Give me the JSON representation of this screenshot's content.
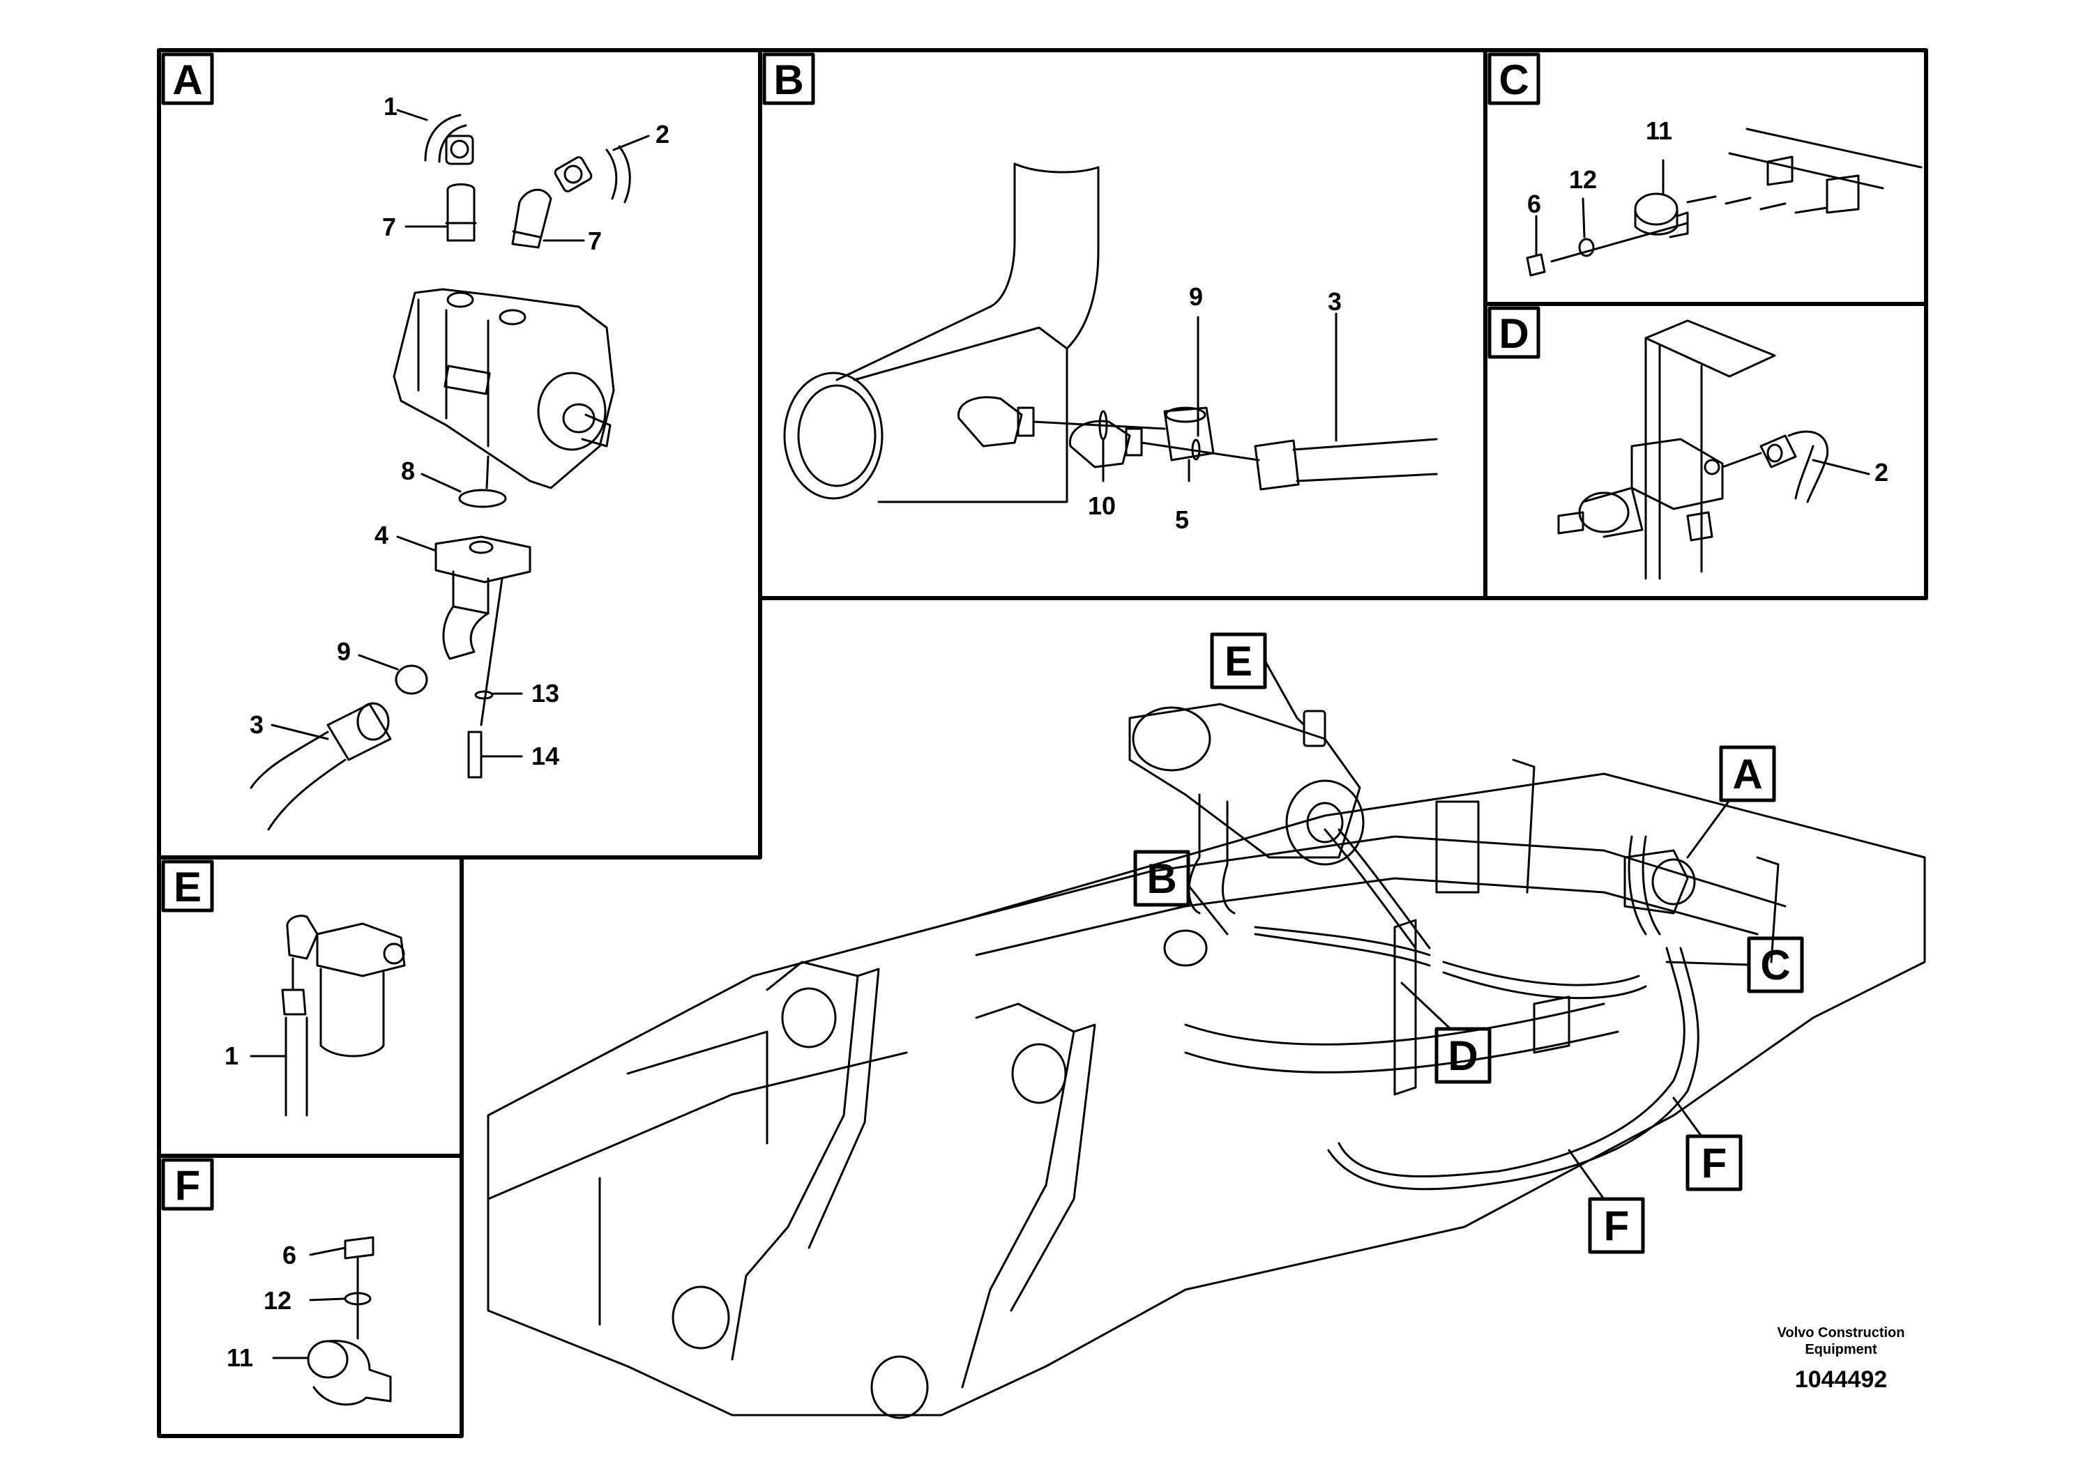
{
  "panels": {
    "A": "A",
    "B": "B",
    "C": "C",
    "D": "D",
    "E": "E",
    "F": "F"
  },
  "callouts": {
    "A": [
      "1",
      "2",
      "7",
      "7",
      "8",
      "4",
      "9",
      "3",
      "13",
      "14"
    ],
    "B": [
      "9",
      "3",
      "10",
      "5"
    ],
    "C": [
      "11",
      "12",
      "6"
    ],
    "D": [
      "2"
    ],
    "E": [
      "1"
    ],
    "F": [
      "6",
      "12",
      "11"
    ]
  },
  "overview_tags": [
    "E",
    "A",
    "B",
    "C",
    "D",
    "F",
    "F"
  ],
  "caption": {
    "line1": "Volvo Construction",
    "line2": "Equipment",
    "code": "1044492"
  },
  "colors": {
    "line": "#000000",
    "background": "#ffffff"
  }
}
